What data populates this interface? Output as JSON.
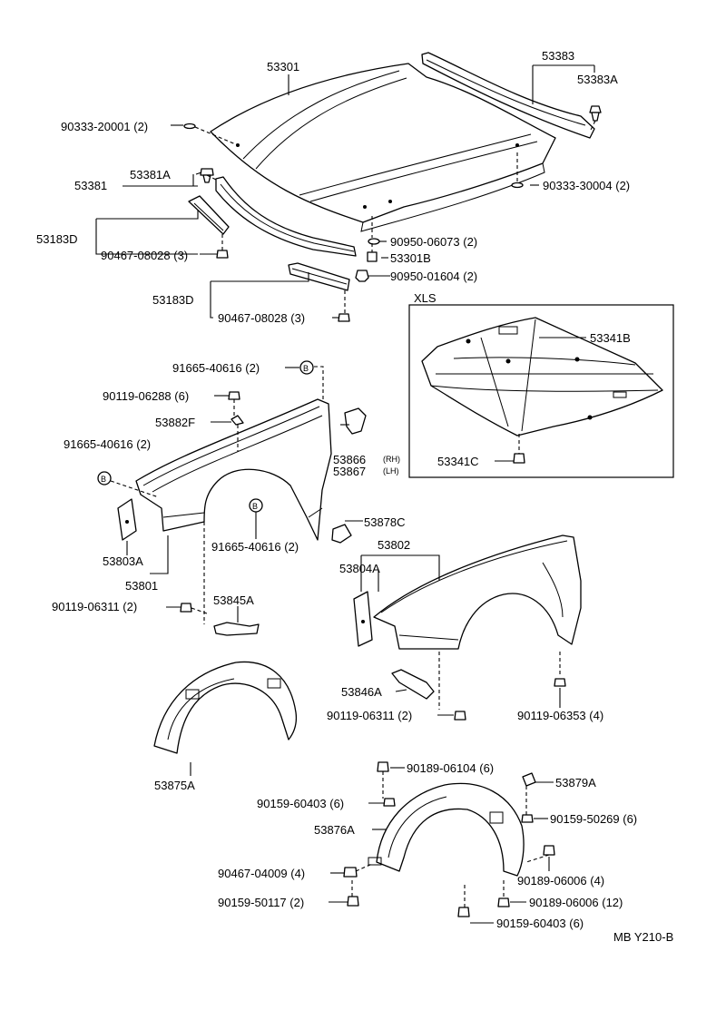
{
  "labels": {
    "p53301": "53301",
    "p53383": "53383",
    "p53383A": "53383A",
    "p90333_20001": "90333-20001 (2)",
    "p53381": "53381",
    "p53381A": "53381A",
    "p90333_30004": "90333-30004 (2)",
    "p53183D_a": "53183D",
    "p90467_08028_a": "90467-08028 (3)",
    "p90950_06073": "90950-06073 (2)",
    "p53301B": "53301B",
    "p90950_01604": "90950-01604 (2)",
    "p53183D_b": "53183D",
    "p90467_08028_b": "90467-08028 (3)",
    "xls": "XLS",
    "p53341B": "53341B",
    "p53341C": "53341C",
    "p91665_40616_top": "91665-40616 (2)",
    "p90119_06288": "90119-06288 (6)",
    "p53882F": "53882F",
    "p91665_40616_left": "91665-40616 (2)",
    "p53866": "53866",
    "rh": "(RH)",
    "p53867": "53867",
    "lh": "(LH)",
    "p53878C": "53878C",
    "p91665_40616_mid": "91665-40616 (2)",
    "p53803A": "53803A",
    "p53801": "53801",
    "p53802": "53802",
    "p53804A": "53804A",
    "p90119_06311_a": "90119-06311 (2)",
    "p53845A": "53845A",
    "p53846A": "53846A",
    "p90119_06311_b": "90119-06311 (2)",
    "p90119_06353": "90119-06353 (4)",
    "p53875A": "53875A",
    "p90189_06104": "90189-06104 (6)",
    "p53879A": "53879A",
    "p90159_60403_a": "90159-60403 (6)",
    "p90159_50269": "90159-50269 (6)",
    "p53876A": "53876A",
    "p90467_04009": "90467-04009 (4)",
    "p90189_06006_a": "90189-06006 (4)",
    "p90159_50117": "90159-50117 (2)",
    "p90189_06006_b": "90189-06006 (12)",
    "p90159_60403_b": "90159-60403 (6)",
    "ref": "MB  Y210-B",
    "marker_b": "B"
  }
}
